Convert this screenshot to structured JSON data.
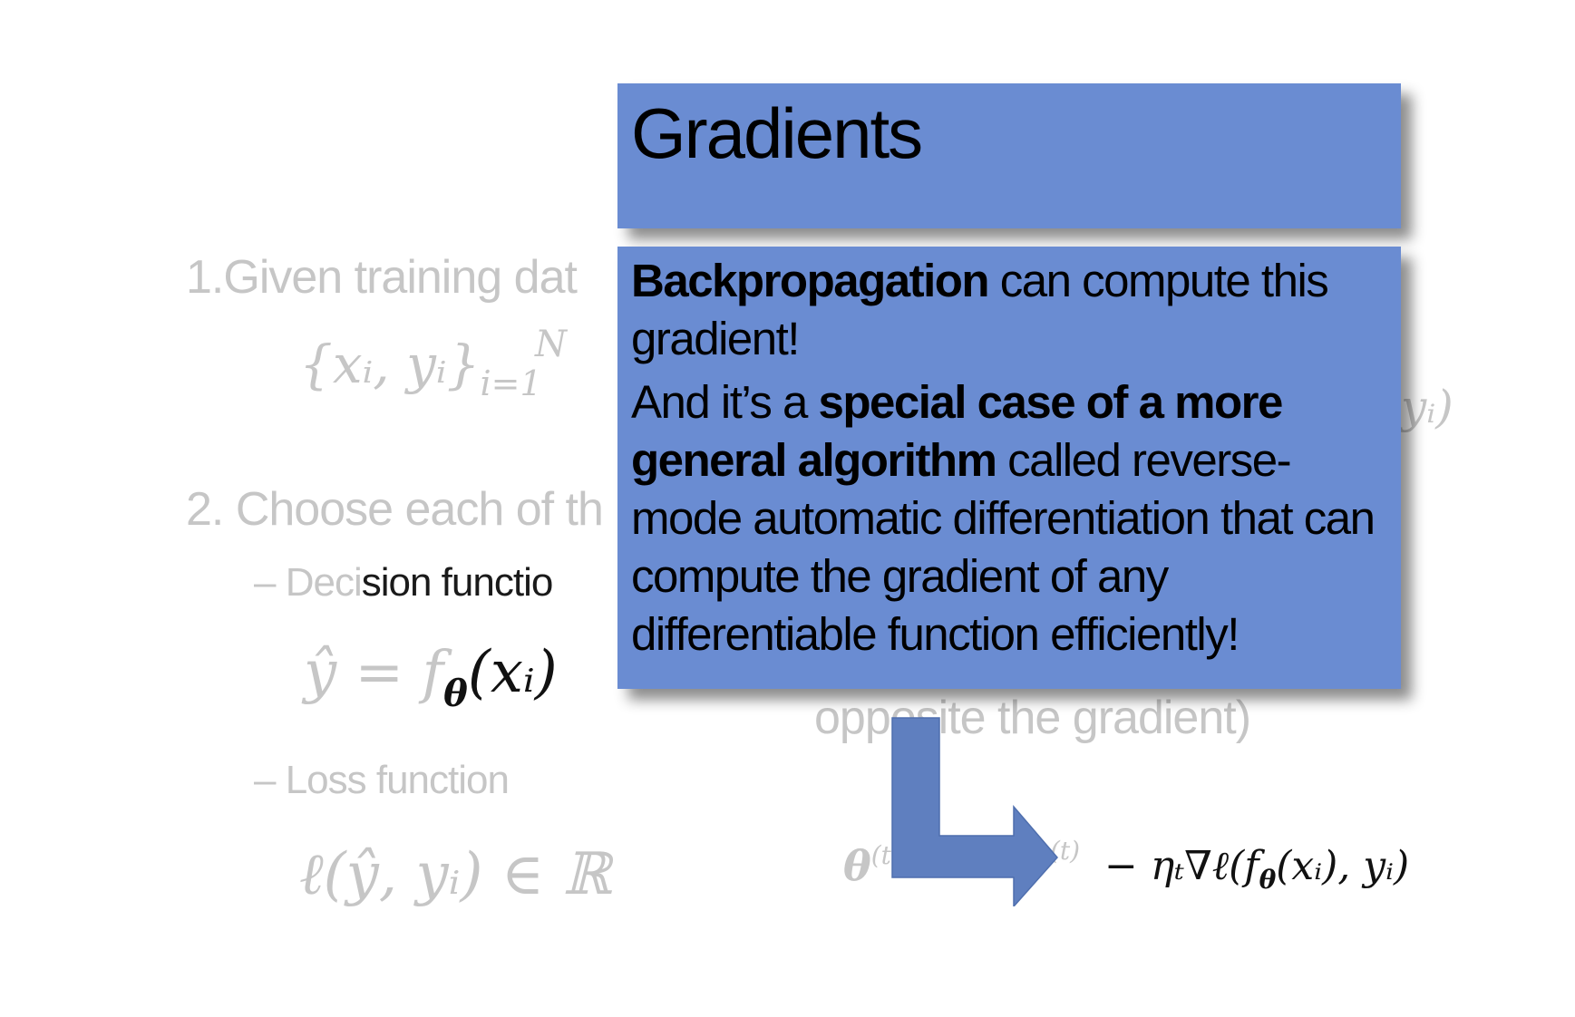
{
  "background_slide": {
    "step1_label": "1.Given training dat",
    "step1_math": "{xᵢ, yᵢ}",
    "step1_sup": "N",
    "step1_sub": "i=1",
    "step1_right_math": "yᵢ)",
    "step2_label": "2. Choose each of th",
    "decision_dash": "– ",
    "decision_faded": "Deci",
    "decision_dark": "sion functio",
    "decision_math": "ŷ = f",
    "decision_math_sub": "θ",
    "decision_math_arg": "(xᵢ)",
    "loss_label": "– Loss function",
    "loss_math": "ℓ(ŷ, yᵢ) ∈ ℝ",
    "opposite_text": "opposite the gradient)",
    "update_theta": "θ",
    "update_theta_sup": "(t",
    "update_sup2": "(t)",
    "update_math": "− ηₜ∇ℓ(f",
    "update_math_sub": "θ",
    "update_math_end": "(xᵢ), yᵢ)"
  },
  "title_box": {
    "title": "Gradients"
  },
  "body_box": {
    "p1_bold": "Backpropagation",
    "p1_rest": " can compute this gradient!",
    "p2_start": "And it’s a ",
    "p2_bold": "special case of a more general algorithm",
    "p2_rest": " called reverse-mode automatic differentiation that can compute the gradient of any differentiable function efficiently!"
  },
  "colors": {
    "box_fill": "#6a8cd2",
    "arrow_fill": "#5f7fbf",
    "faded_text": "#c6c6c6"
  }
}
